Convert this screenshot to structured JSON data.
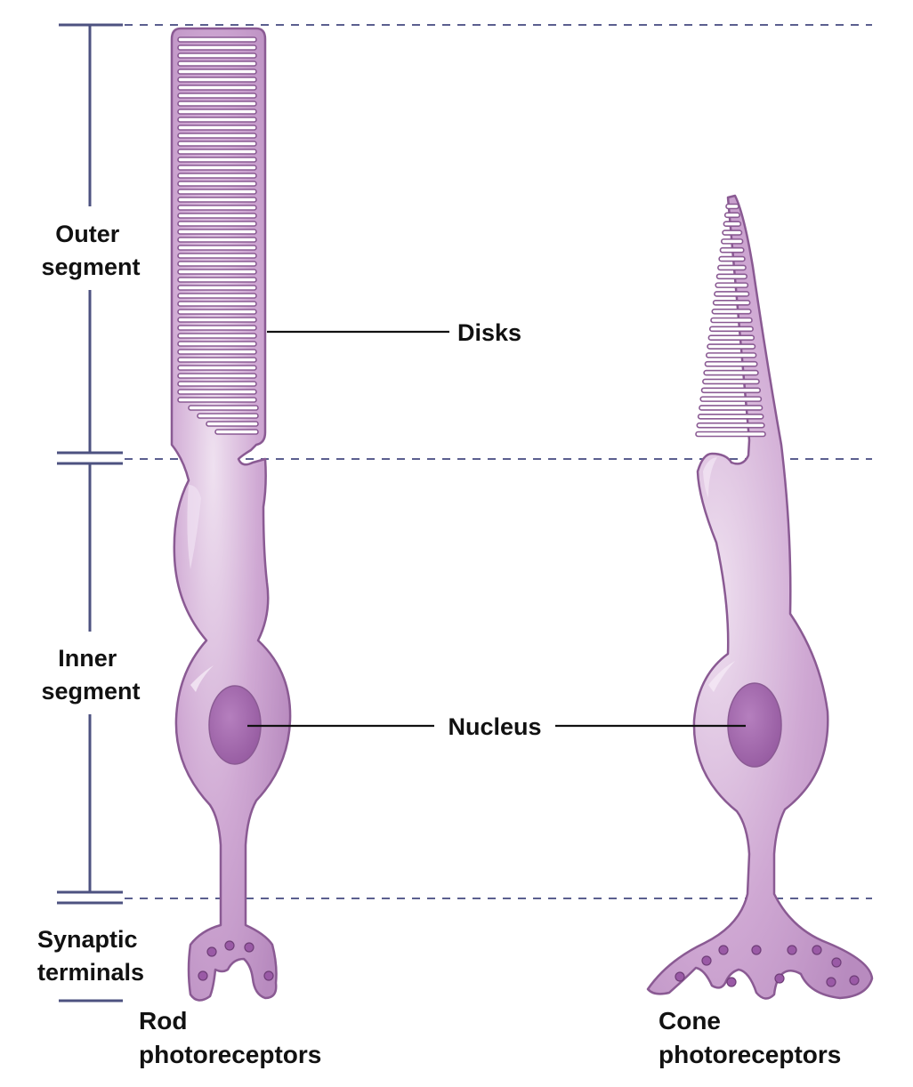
{
  "colors": {
    "cell_fill": "#c79dcc",
    "cell_stroke": "#8a5a93",
    "cell_highlight": "#e6d1e8",
    "nucleus": "#a167ab",
    "disk_fill": "#ffffff",
    "dashed_line": "#5b5f8f",
    "bracket": "#4d5280",
    "leader_line": "#111111"
  },
  "regions": {
    "outer": [
      "Outer",
      "segment"
    ],
    "inner": [
      "Inner",
      "segment"
    ],
    "synaptic": [
      "Synaptic",
      "terminals"
    ]
  },
  "callouts": {
    "disks": "Disks",
    "nucleus": "Nucleus"
  },
  "cells": {
    "rod": [
      "Rod",
      "photoreceptors"
    ],
    "cone": [
      "Cone",
      "photoreceptors"
    ]
  }
}
